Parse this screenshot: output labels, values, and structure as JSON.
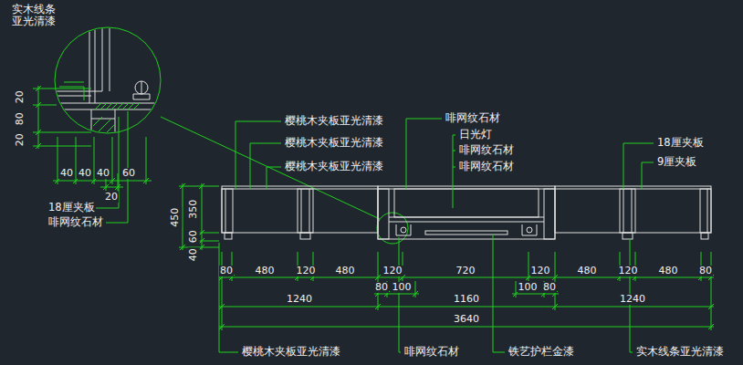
{
  "diagram": {
    "labels": [
      "实木线条 亚光清漆",
      "20",
      "80",
      "20",
      "40",
      "40",
      "40",
      "60",
      "20",
      "18厘夹板",
      "啡网纹石材",
      "樱桃木夹板亚光清漆",
      "樱桃木夹板亚光清漆",
      "樱桃木夹板亚光清漆",
      "啡网纹石材",
      "日光灯",
      "啡网纹石材",
      "啡网纹石材",
      "18厘夹板",
      "9厘夹板",
      "450",
      "350",
      "60",
      "40",
      "80",
      "480",
      "120",
      "480",
      "120",
      "720",
      "120",
      "480",
      "120",
      "480",
      "80",
      "80",
      "100",
      "100",
      "80",
      "1240",
      "1160",
      "1240",
      "3640",
      "樱桃木夹板亚光清漆",
      "啡网纹石材",
      "铁艺护栏金漆",
      "实木线条亚光清漆"
    ]
  }
}
